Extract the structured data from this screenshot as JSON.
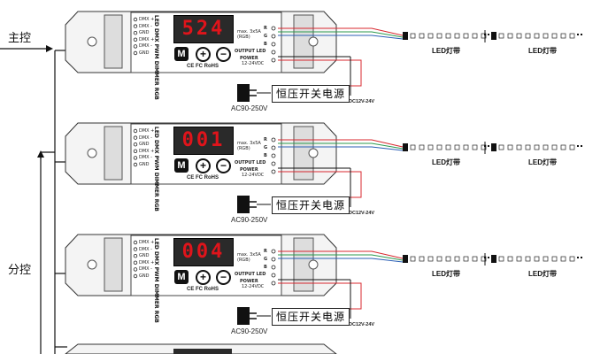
{
  "labels": {
    "main": "主控",
    "sub": "分控"
  },
  "controller": {
    "model_text": "LED DMX PWM DIMMER RGB",
    "dmx_port_labels": [
      "DMX +",
      "DMX -",
      "GND",
      "DMX +",
      "DMX -",
      "GND"
    ],
    "output_rgb_labels": [
      "R",
      "G",
      "B"
    ],
    "output_note": "max. 3x5A (RGB)",
    "output_title": "OUTPUT LED",
    "power_title": "POWER",
    "power_voltage": "12-24VDC",
    "buttons": [
      "M",
      "+",
      "−"
    ],
    "cert": "CE FC RoHS"
  },
  "units": [
    {
      "display": "524"
    },
    {
      "display": "001"
    },
    {
      "display": "004"
    }
  ],
  "power_supply": {
    "label": "恒压开关电源",
    "ac": "AC90-250V",
    "dc": "DC12V-24V"
  },
  "strip_label": "LED灯带",
  "colors": {
    "display_red": "#e0141b",
    "wire_red": "#d8282f",
    "wire_green": "#2c9a4e",
    "wire_blue": "#2b5fb5"
  }
}
